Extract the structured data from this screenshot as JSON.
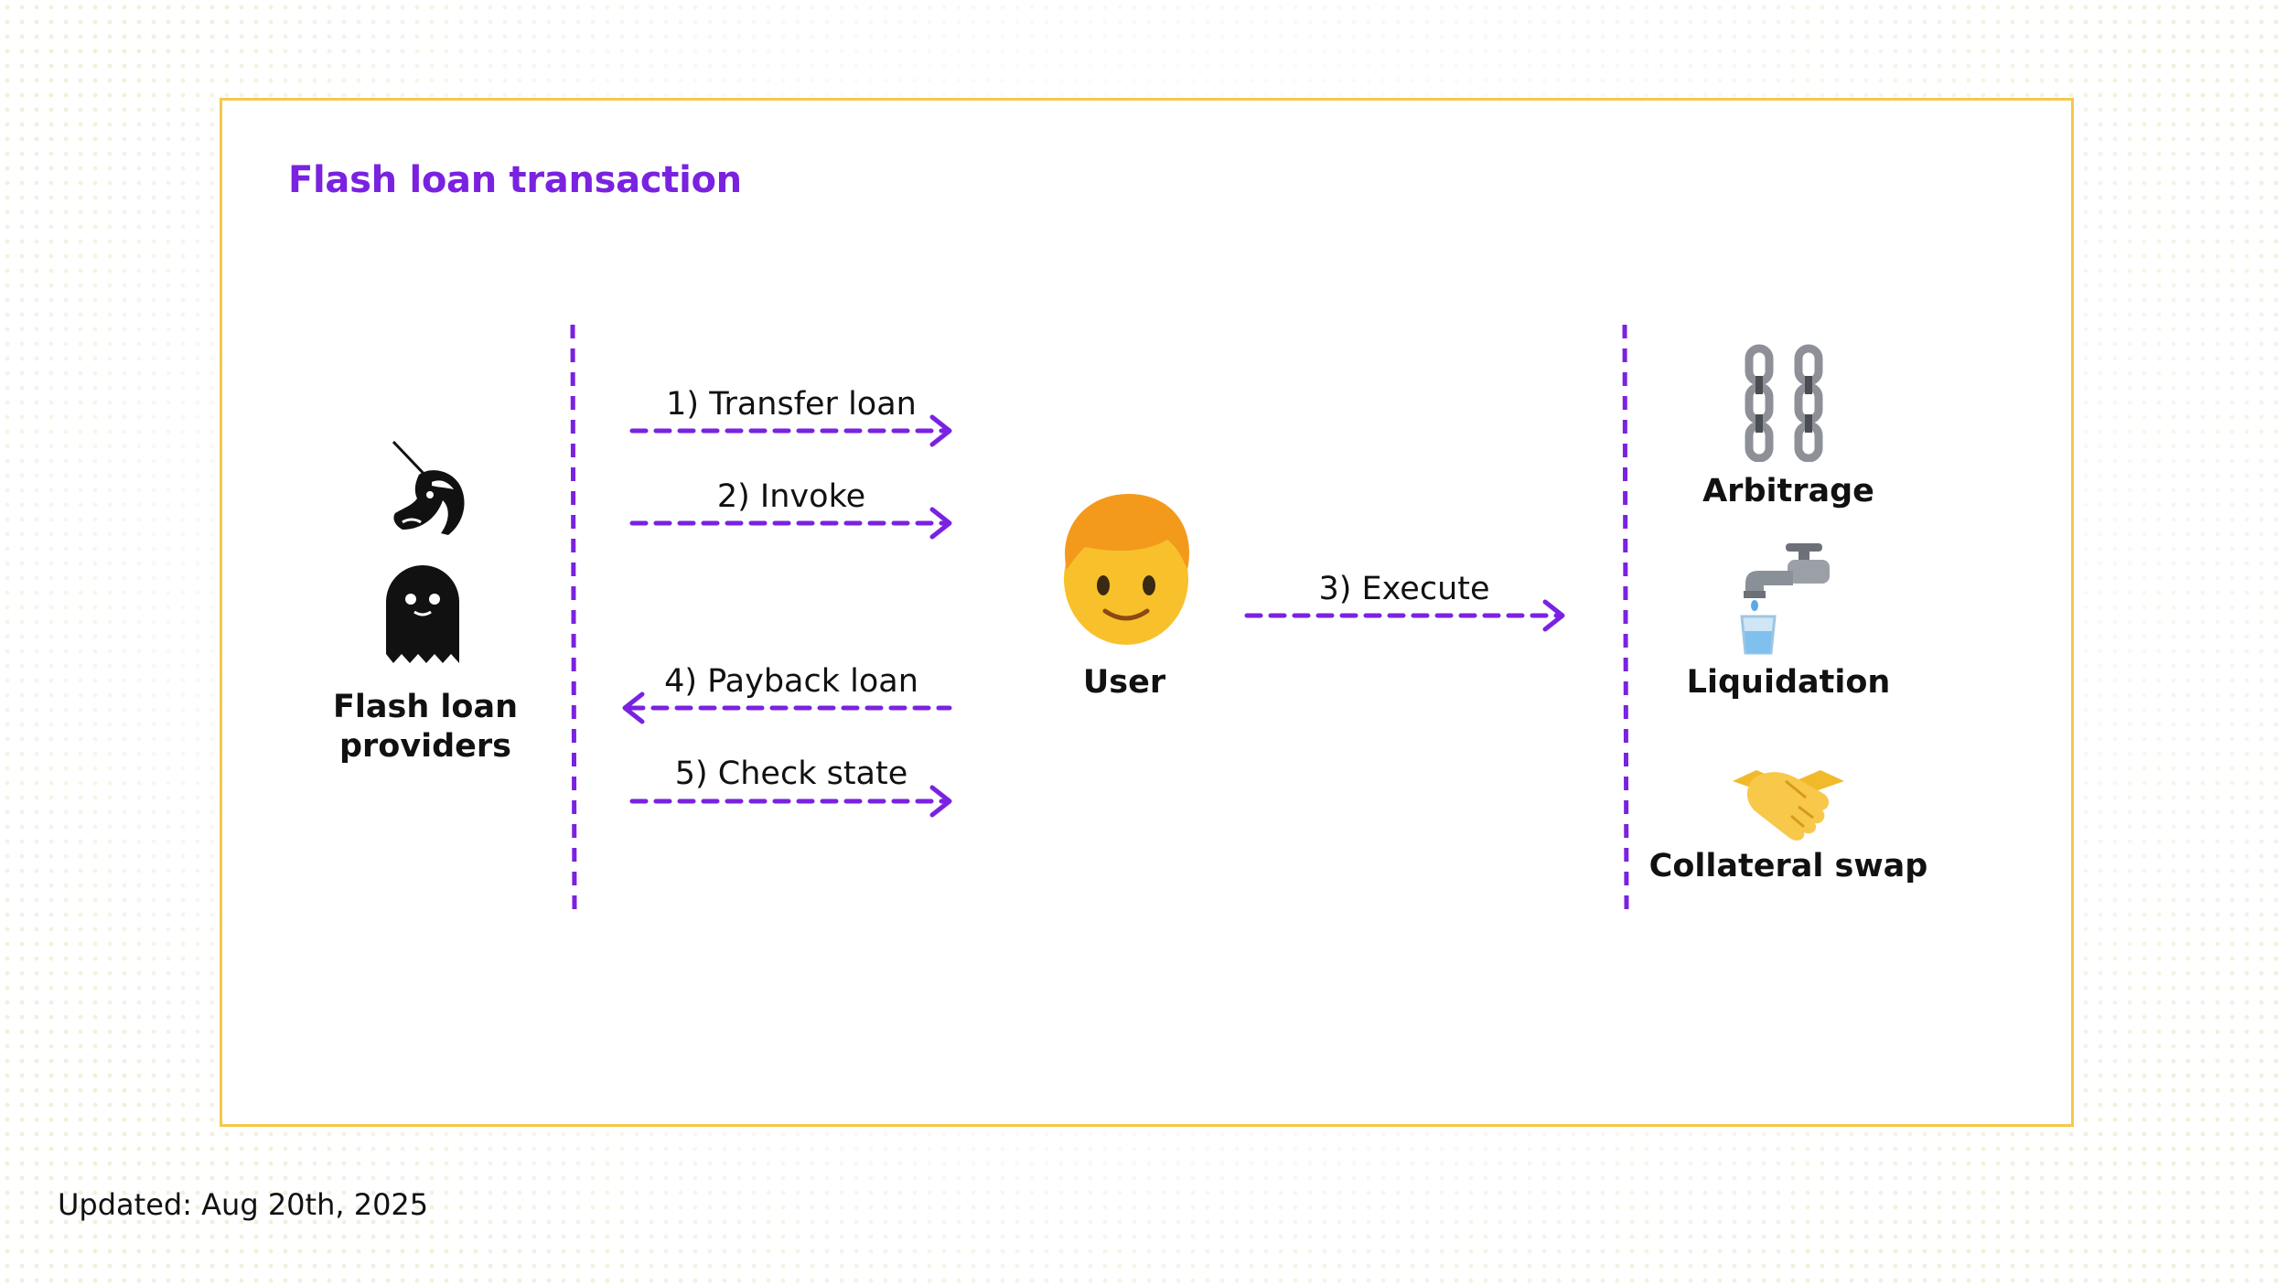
{
  "title": "Flash loan transaction",
  "colors": {
    "accent": "#7a22e0",
    "border": "#f6c84a",
    "text": "#111111"
  },
  "providers": {
    "label_line1": "Flash loan",
    "label_line2": "providers",
    "icons": [
      "unicorn-icon",
      "ghost-icon"
    ]
  },
  "user": {
    "label": "User",
    "icon": "person-icon"
  },
  "arrows": [
    {
      "label": "1) Transfer loan",
      "direction": "right"
    },
    {
      "label": "2) Invoke",
      "direction": "right"
    },
    {
      "label": "3) Execute",
      "direction": "right"
    },
    {
      "label": "4) Payback loan",
      "direction": "left"
    },
    {
      "label": "5) Check state",
      "direction": "right"
    }
  ],
  "use_cases": [
    {
      "label": "Arbitrage",
      "icon": "chains-icon"
    },
    {
      "label": "Liquidation",
      "icon": "faucet-icon"
    },
    {
      "label": "Collateral swap",
      "icon": "handshake-icon"
    }
  ],
  "footer": "Updated: Aug 20th, 2025"
}
